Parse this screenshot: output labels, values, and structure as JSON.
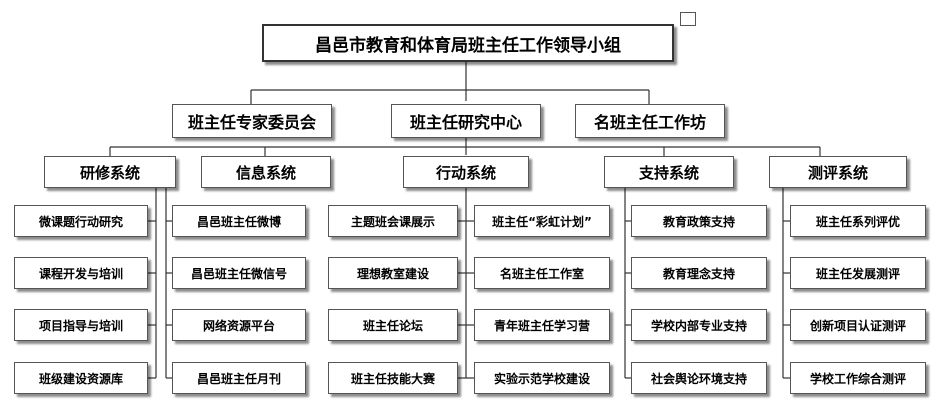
{
  "title": "昌邑市教育和体育局班主任工作领导小组",
  "committees": [
    "班主任专家委员会",
    "班主任研究中心",
    "名班主任工作坊"
  ],
  "systems": [
    {
      "name": "研修系统",
      "items": [
        "微课题行动研究",
        "课程开发与培训",
        "项目指导与培训",
        "班级建设资源库"
      ]
    },
    {
      "name": "信息系统",
      "items": [
        "昌邑班主任微博",
        "昌邑班主任微信号",
        "网络资源平台",
        "昌邑班主任月刊"
      ]
    },
    {
      "name": "行动系统",
      "items": [
        "主题班会课展示",
        "理想教室建设",
        "班主任论坛",
        "班主任技能大赛"
      ],
      "items_right": [
        "班主任“彩虹计划”",
        "名班主任工作室",
        "青年班主任学习营",
        "实验示范学校建设"
      ]
    },
    {
      "name": "支持系统",
      "items": [
        "教育政策支持",
        "教育理念支持",
        "学校内部专业支持",
        "社会舆论环境支持"
      ]
    },
    {
      "name": "测评系统",
      "items": [
        "班主任系列评优",
        "班主任发展测评",
        "创新项目认证测评",
        "学校工作综合测评"
      ]
    }
  ]
}
